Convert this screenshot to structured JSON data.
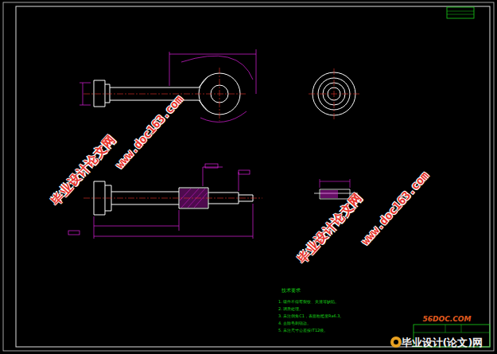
{
  "diagram": {
    "labels": [
      "毕业设计论文网",
      "www.doc163.com",
      "毕业设计论文网",
      "www.doc163.com",
      "56DOC.COM",
      "毕业设计(论文)网",
      "技术要求",
      "1. 锻件不得有裂纹、夹渣等缺陷。",
      "2. 调质处理。",
      "3. 未注倒角C1，表面粗糙度Ra6.3。",
      "4. 去除毛刺锐边。",
      "5. 未注尺寸公差按IT12级。"
    ]
  }
}
